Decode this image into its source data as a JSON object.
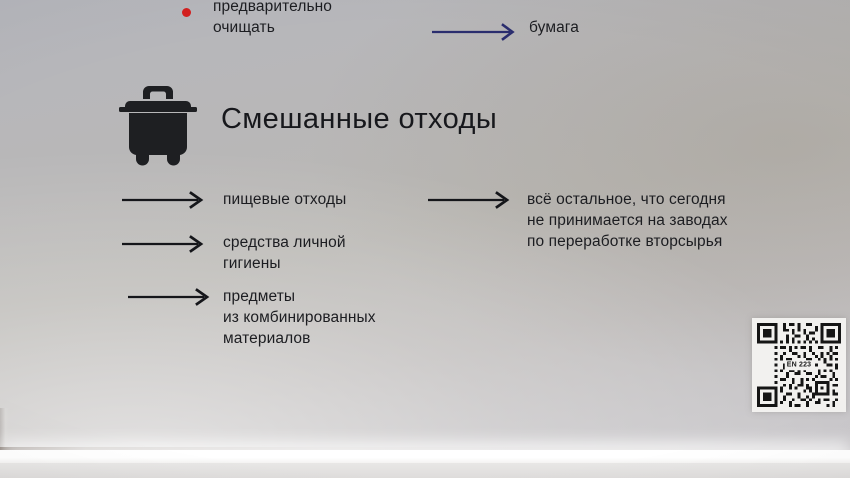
{
  "sign": {
    "background_color": "#bab8b7",
    "text_color": "#1c1d21",
    "accent_red": "#d41f1f",
    "accent_navy": "#2a2d6e"
  },
  "top_section": {
    "bullet_item": "предварительно\nочищать",
    "arrow_target": "бумага"
  },
  "heading": {
    "icon": "trash-bin-icon",
    "title": "Смешанные отходы"
  },
  "left_column": [
    {
      "arrow": "arrow-right-icon",
      "label": "пищевые отходы"
    },
    {
      "arrow": "arrow-right-icon",
      "label": "средства личной\nгигиены"
    },
    {
      "arrow": "arrow-right-icon",
      "label": "предметы\nиз комбинированных\nматериалов"
    }
  ],
  "right_column": {
    "arrow": "arrow-right-icon",
    "label": "всё остальное, что сегодня\nне принимается на заводах\nпо переработке вторсырья"
  },
  "qr_code": {
    "center_label": "EN\n223"
  }
}
